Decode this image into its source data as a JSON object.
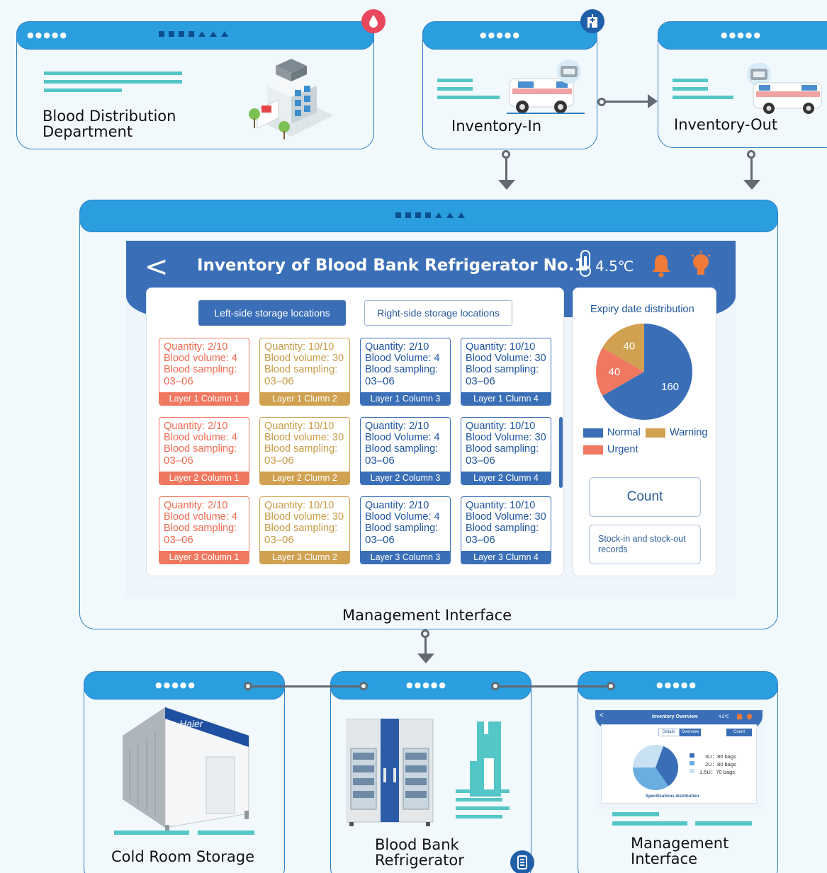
{
  "colors": {
    "primary": "#2b9ee0",
    "screen_blue": "#3a6fb8",
    "teal": "#55c6c8",
    "urgent": "#f07860",
    "warning": "#d0a150",
    "normal": "#3a6fb8",
    "connector": "#616a73"
  },
  "top_cards": {
    "distribution": {
      "title_line1": "Blood Distribution",
      "title_line2": "Department",
      "badge_icon": "blood-drop-icon",
      "illustration": "hospital-building-icon"
    },
    "inventory_in": {
      "title": "Inventory-In",
      "badge_icon": "hospital-icon",
      "illustration": "ambulance-icon"
    },
    "inventory_out": {
      "title": "Inventory-Out",
      "illustration": "ambulance-icon"
    }
  },
  "management": {
    "caption": "Management Interface",
    "screen": {
      "title": "Inventory of Blood Bank Refrigerator No.1",
      "temperature": "4.5℃",
      "tabs": {
        "left": "Left-side storage locations",
        "right": "Right-side storage locations"
      },
      "grid": [
        {
          "q": "Quantity: 2/10",
          "v": "Blood volume: 4",
          "s": "Blood sampling:",
          "d": "03–06",
          "label": "Layer 1 Column 1",
          "tone": "red"
        },
        {
          "q": "Quantity: 10/10",
          "v": "Blood volume: 30",
          "s": "Blood sampling:",
          "d": "03–06",
          "label": "Layer 1 Clumn 2",
          "tone": "gold"
        },
        {
          "q": "Quantity: 2/10",
          "v": "Blood Volume: 4",
          "s": "Blood sampling:",
          "d": "03–06",
          "label": "Layer 1 Column 3",
          "tone": "blue"
        },
        {
          "q": "Quantity: 10/10",
          "v": "Blood Volume: 30",
          "s": "Blood sampling:",
          "d": "03–06",
          "label": "Layer 1 Clumn 4",
          "tone": "blue"
        },
        {
          "q": "Quantity: 2/10",
          "v": "Blood volume: 4",
          "s": "Blood sampling:",
          "d": "03–06",
          "label": "Layer 2 Column 1",
          "tone": "red"
        },
        {
          "q": "Quantity: 10/10",
          "v": "Blood volume: 30",
          "s": "Blood sampling:",
          "d": "03–06",
          "label": "Layer 2 Clumn 2",
          "tone": "gold"
        },
        {
          "q": "Quantity: 2/10",
          "v": "Blood Volume: 4",
          "s": "Blood sampling:",
          "d": "03–06",
          "label": "Layer 2 Column 3",
          "tone": "blue"
        },
        {
          "q": "Quantity: 10/10",
          "v": "Blood Volume: 30",
          "s": "Blood sampling:",
          "d": "03–06",
          "label": "Layer 2 Clumn 4",
          "tone": "blue"
        },
        {
          "q": "Quantity: 2/10",
          "v": "Blood volume: 4",
          "s": "Blood sampling:",
          "d": "03–06",
          "label": "Layer 3 Column 1",
          "tone": "red"
        },
        {
          "q": "Quantity: 10/10",
          "v": "Blood volume: 30",
          "s": "Blood sampling:",
          "d": "03–06",
          "label": "Layer 3 Clumn 2",
          "tone": "gold"
        },
        {
          "q": "Quantity: 2/10",
          "v": "Blood Volume: 4",
          "s": "Blood sampling:",
          "d": "03–06",
          "label": "Layer 3 Column 3",
          "tone": "blue"
        },
        {
          "q": "Quantity: 10/10",
          "v": "Blood Volume: 30",
          "s": "Blood sampling:",
          "d": "03–06",
          "label": "Layer 3 Clumn 4",
          "tone": "blue"
        }
      ],
      "expiry": {
        "title": "Expiry date distribution",
        "slices": [
          {
            "name": "Normal",
            "value": 160,
            "color": "#3a6fb8"
          },
          {
            "name": "Urgent",
            "value": 40,
            "color": "#f07860"
          },
          {
            "name": "Warning",
            "value": 40,
            "color": "#d0a150"
          }
        ],
        "legend": {
          "normal": "Normal",
          "warning": "Warning",
          "urgent": "Urgent"
        }
      },
      "buttons": {
        "count": "Count",
        "records": "Stock-in and stock-out records"
      }
    }
  },
  "bottom_cards": {
    "cold_room": {
      "title": "Cold Room Storage",
      "brand": "Haier"
    },
    "refrigerator": {
      "title_line1": "Blood Bank",
      "title_line2": "Refrigerator",
      "badge_icon": "refrigerator-icon"
    },
    "mgmt": {
      "title_line1": "Management",
      "title_line2": "Interface",
      "mini_title": "Inventory Overview",
      "mini_tabs": [
        "Details",
        "Overview"
      ],
      "mini_count": "Count",
      "mini_temp": "4.5℃",
      "mini_legend": [
        "3U：80 bags",
        "2U：80 bags",
        "1.5U：70 bags"
      ],
      "mini_caption": "Specifications distribution",
      "mini_slices": [
        {
          "name": "3U",
          "value": 80,
          "color": "#3a6fb8"
        },
        {
          "name": "2U",
          "value": 80,
          "color": "#6aaee0"
        },
        {
          "name": "1.5U",
          "value": 70,
          "color": "#c8e1f3"
        }
      ]
    }
  }
}
